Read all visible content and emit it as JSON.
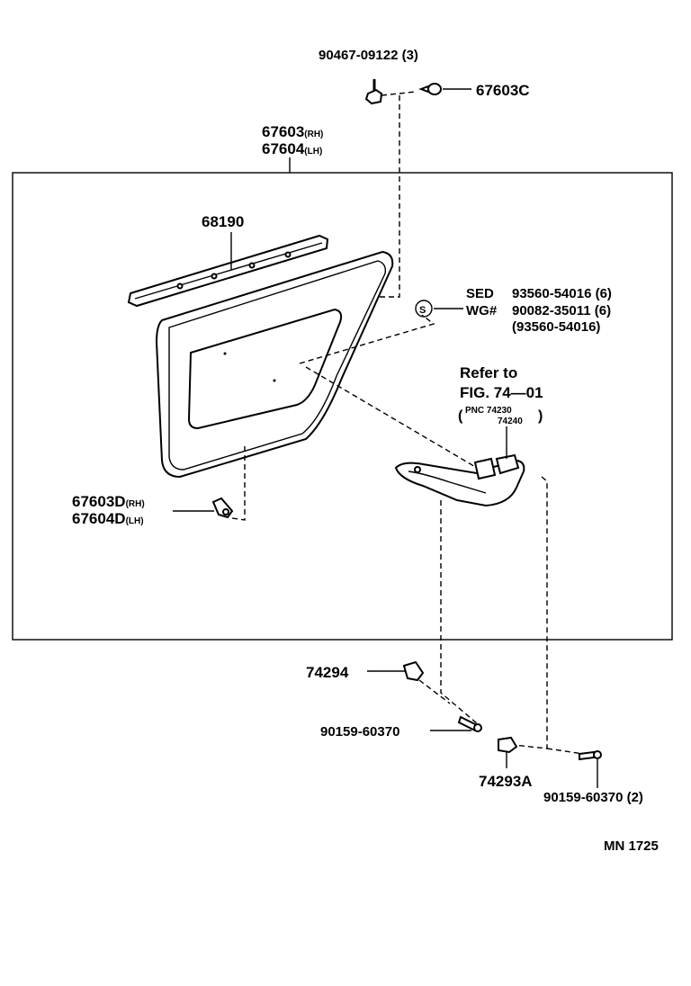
{
  "parts": {
    "screw_top": {
      "number": "90467-09122",
      "qty": "(3)"
    },
    "clip_top": {
      "number": "67603C"
    },
    "panel": {
      "rh_number": "67603",
      "rh_suffix": "(RH)",
      "lh_number": "67604",
      "lh_suffix": "(LH)"
    },
    "weatherstrip": {
      "number": "68190"
    },
    "screw_symbol": {
      "symbol": "S",
      "sed_label": "SED",
      "sed_number": "93560-54016 (6)",
      "wg_label": "WG#",
      "wg_number": "90082-35011 (6)",
      "alt_number": "(93560-54016)"
    },
    "refer": {
      "line1": "Refer to",
      "line2": "FIG. 74—01",
      "paren_open": "(",
      "pnc_label": "PNC 74230",
      "pnc_second": "74240",
      "paren_close": ")"
    },
    "clip_lower": {
      "rh_number": "67603D",
      "rh_suffix": "(RH)",
      "lh_number": "67604D",
      "lh_suffix": "(LH)"
    },
    "cover_74294": {
      "number": "74294"
    },
    "screw_mid": {
      "number": "90159-60370"
    },
    "cover_74293a": {
      "number": "74293A"
    },
    "screw_bottom": {
      "number": "90159-60370",
      "qty": "(2)"
    }
  },
  "footer": {
    "code": "MN 1725"
  },
  "colors": {
    "ink": "#000000",
    "paper": "#ffffff"
  }
}
